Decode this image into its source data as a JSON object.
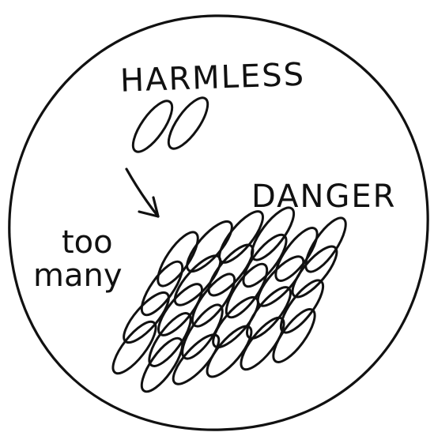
{
  "labels": {
    "harmless": "HARMLESS",
    "danger": "DANGER",
    "too": "too",
    "many": "many"
  },
  "ink_color": "#111111",
  "background_color": "#ffffff",
  "icons": {
    "arrow": "arrow-down-right-icon"
  },
  "cells": {
    "harmless_count": 2
  }
}
